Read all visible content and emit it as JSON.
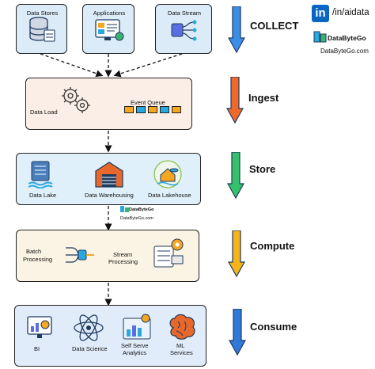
{
  "sources": [
    {
      "label": "Data Stores",
      "icon": "database-icon"
    },
    {
      "label": "Applications",
      "icon": "application-dashboard-icon"
    },
    {
      "label": "Data Stream",
      "icon": "stream-network-icon"
    }
  ],
  "ingest": {
    "data_load": "Data Load",
    "event_queue": "Event Queue",
    "queue_colors": [
      "#f5a623",
      "#29a8e0",
      "#f5a623",
      "#29a8e0",
      "#f5a623"
    ]
  },
  "store": [
    {
      "label": "Data Lake",
      "icon": "data-lake-icon"
    },
    {
      "label": "Data Warehousing",
      "icon": "warehouse-icon"
    },
    {
      "label": "Data Lakehouse",
      "icon": "lakehouse-icon"
    }
  ],
  "compute": {
    "batch": [
      "Batch",
      "Processing"
    ],
    "stream": [
      "Stream",
      "Processing"
    ]
  },
  "consume": [
    {
      "lines": [
        "BI"
      ],
      "icon": "bi-dashboard-icon"
    },
    {
      "lines": [
        "Data Science"
      ],
      "icon": "atom-icon"
    },
    {
      "lines": [
        "Self Serve",
        "Analytics"
      ],
      "icon": "analytics-icon"
    },
    {
      "lines": [
        "ML",
        "Services"
      ],
      "icon": "brain-icon"
    }
  ],
  "stages": [
    {
      "label": "COLLECT",
      "color": "#3a8ee6"
    },
    {
      "label": "Ingest",
      "color": "#ef6a2a"
    },
    {
      "label": "Store",
      "color": "#35c06b"
    },
    {
      "label": "Compute",
      "color": "#f4b41a"
    },
    {
      "label": "Consume",
      "color": "#2f7ad8"
    }
  ],
  "branding": {
    "linkedin_handle": "/in/aidata",
    "logo_text": "DataByteGo",
    "website": "DataByteGo.com",
    "watermark_logo": "DataByteGo",
    "watermark_site": "DataByteGo.com"
  }
}
